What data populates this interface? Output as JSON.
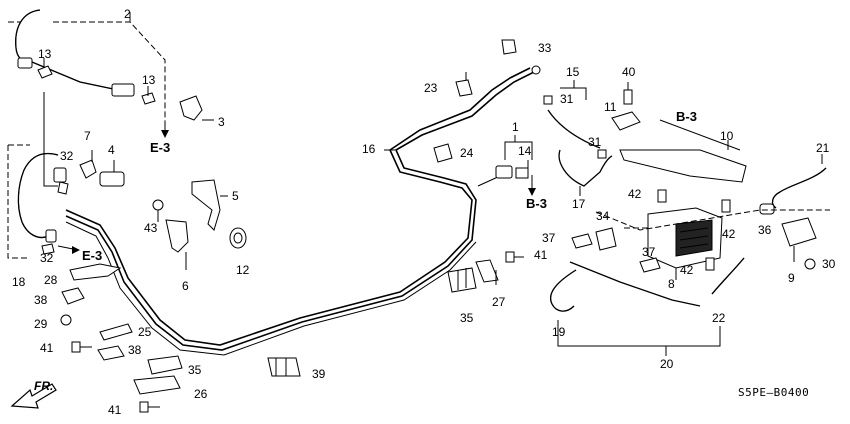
{
  "labels": {
    "n1": "1",
    "n2": "2",
    "n3": "3",
    "n4": "4",
    "n5": "5",
    "n6": "6",
    "n7": "7",
    "n8": "8",
    "n9": "9",
    "n10": "10",
    "n11": "11",
    "n12": "12",
    "n13a": "13",
    "n13b": "13",
    "n14": "14",
    "n15": "15",
    "n16": "16",
    "n17": "17",
    "n18": "18",
    "n19": "19",
    "n20": "20",
    "n21": "21",
    "n22": "22",
    "n23": "23",
    "n24": "24",
    "n25": "25",
    "n26": "26",
    "n27": "27",
    "n28": "28",
    "n29": "29",
    "n30": "30",
    "n31a": "31",
    "n31b": "31",
    "n32a": "32",
    "n32b": "32",
    "n33": "33",
    "n34": "34",
    "n35a": "35",
    "n35b": "35",
    "n36": "36",
    "n37a": "37",
    "n37b": "37",
    "n38a": "38",
    "n38b": "38",
    "n39": "39",
    "n40": "40",
    "n41a": "41",
    "n41b": "41",
    "n41c": "41",
    "n42a": "42",
    "n42b": "42",
    "n42c": "42",
    "n43": "43"
  },
  "refs": {
    "e3_top": "E-3",
    "e3_left": "E-3",
    "b3_mid": "B-3",
    "b3_right": "B-3"
  },
  "front_label": "FR.",
  "diagram_code": "S5PE–B0400"
}
